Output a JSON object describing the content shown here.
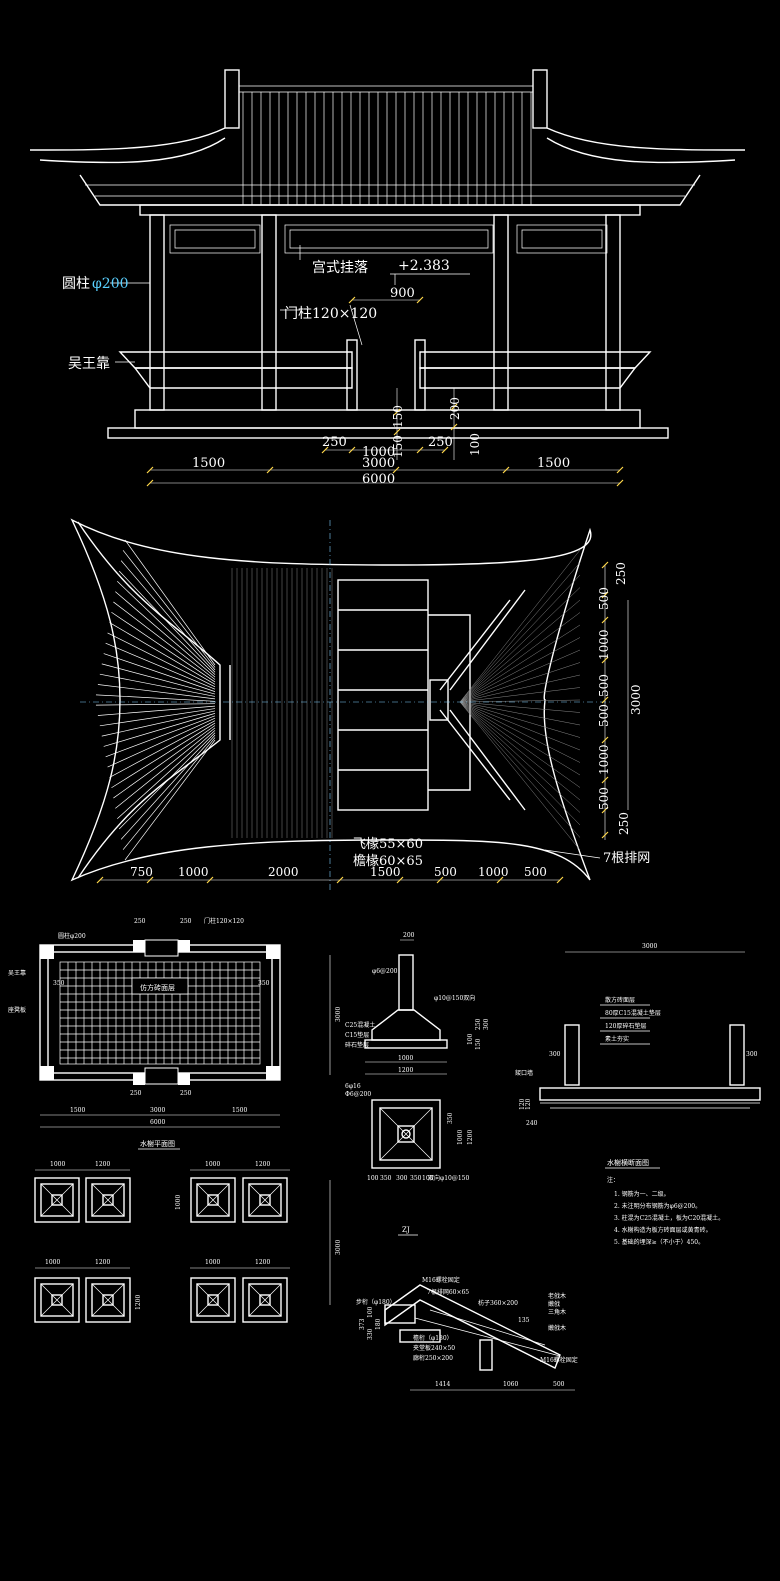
{
  "elevation": {
    "labels": {
      "round_column": "圆柱",
      "round_column_phi": "φ200",
      "palace_hanging": "宫式挂落",
      "elevation_mark": "+2.383",
      "door_post": "门柱120×120",
      "wuwang_seat": "吴王靠"
    },
    "dims": {
      "top_900": "900",
      "v150a": "150",
      "v150b": "150",
      "v200": "200",
      "v100": "100",
      "d250a": "250",
      "d1000": "1000",
      "d250b": "250",
      "d1500a": "1500",
      "d3000": "3000",
      "d1500b": "1500",
      "d6000": "6000"
    }
  },
  "roof_plan": {
    "labels": {
      "flying_rafter": "飞椽55×60",
      "eave_rafter": "檐椽60×65",
      "seven_rafters": "7根排网"
    },
    "dims_right": [
      "250",
      "500",
      "1000",
      "500",
      "500",
      "1000",
      "500",
      "250"
    ],
    "dim_total_right": "3000",
    "dims_bottom": [
      "750",
      "1000",
      "2000",
      "1500",
      "500",
      "1000",
      "500"
    ]
  },
  "floor_plan": {
    "title": "水榭平面图",
    "labels": {
      "round_col": "圆柱φ200",
      "wuwang": "吴王靠",
      "bench": "座凳板",
      "paving": "仿方砖面层",
      "door_post": "门柱120×120"
    },
    "dims_top": [
      "250",
      "250"
    ],
    "dims_bottom": [
      "1500",
      "3000",
      "1500"
    ],
    "dims_bottom2": [
      "250",
      "250"
    ],
    "total": "6000",
    "side_3000": "3000",
    "inner_350a": "350",
    "inner_350b": "350"
  },
  "footing": {
    "title": "ZJ",
    "labels": {
      "phi": "φ6@200",
      "ten_phi": "φ10@150双向",
      "c25": "C25混凝土",
      "c15": "C15垫层",
      "gravel": "碎石垫层",
      "r16": "6φ16",
      "stirrup": "Φ6@200",
      "bidir": "双向φ10@150"
    },
    "dims": {
      "d200": "200",
      "d1000": "1000",
      "d1200": "1200",
      "h100": "100",
      "h150": "150",
      "h250": "250",
      "h300": "300",
      "s350": "350",
      "s1000": "1000",
      "s1200": "1200",
      "b1": "100",
      "b2": "350",
      "b3": "300",
      "b4": "350",
      "b5": "100"
    }
  },
  "foundation_plan": {
    "dims": [
      "1000",
      "1200",
      "1000",
      "1200",
      "1000",
      "1200",
      "1000",
      "1200"
    ],
    "side": "1000",
    "side2": "1200",
    "tall": "3000"
  },
  "section": {
    "title": "水榭横断面图",
    "top_dim": "3000",
    "layers": [
      "散方砖面层",
      "80厚C15混凝土垫层",
      "120厚碎石垫层",
      "素土夯实"
    ],
    "labels": {
      "beam": "錽口墙",
      "col_300a": "300",
      "col_300b": "300",
      "h120": "120",
      "h120b": "120",
      "h240": "240"
    },
    "notes_title": "注：",
    "notes": [
      "1. 钢筋为一、二级。",
      "2. 未注明分布钢筋为φ6@200。",
      "3. 柱混为C25混凝土，板为C20混凝土。",
      "4. 水榭构造为板方砖面层或黄青砖。",
      "5. 基础的埋深≥（不小于）450。"
    ]
  },
  "roof_detail": {
    "labels": {
      "m16_top": "M16螺栓固定",
      "seven": "7根排网60×65",
      "step": "步桁（φ180）",
      "purlin": "枋子360×200",
      "ridge1": "老戗木",
      "ridge2": "嫩戗",
      "ridge3": "三角木",
      "beam1": "檐桁（φ180）",
      "beam2": "夹堂板240×50",
      "beam3": "廊桁250×200",
      "m16_bottom": "M16螺栓固定",
      "wood": "嫩戗木",
      "angle": "135"
    },
    "dims": [
      "1414",
      "1060",
      "500"
    ],
    "left_dims": [
      "100",
      "330",
      "180",
      "373"
    ]
  }
}
